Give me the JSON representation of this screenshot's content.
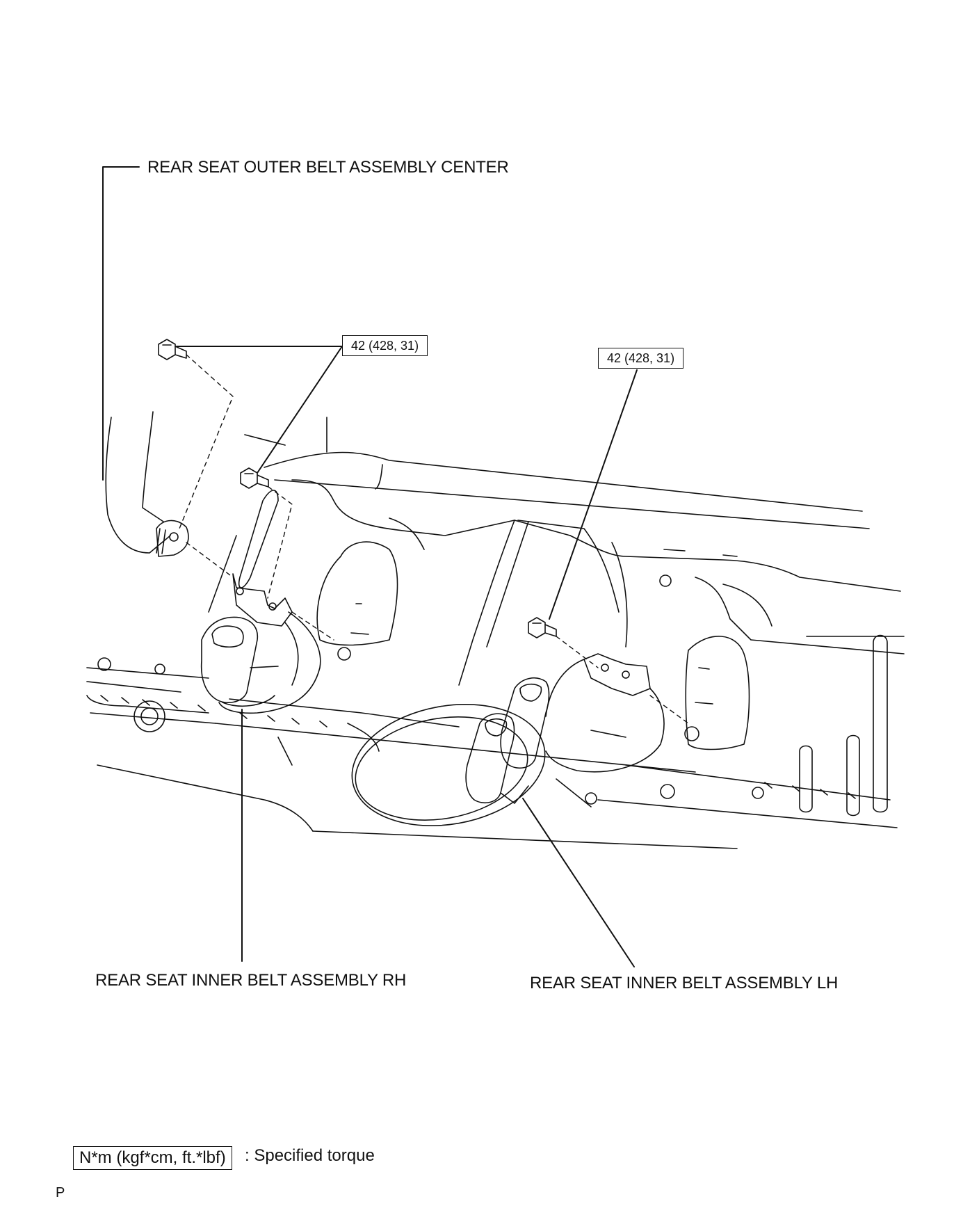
{
  "labels": {
    "outer_center": "REAR SEAT OUTER BELT ASSEMBLY CENTER",
    "inner_rh": "REAR SEAT INNER BELT ASSEMBLY RH",
    "inner_lh": "REAR SEAT INNER BELT ASSEMBLY LH"
  },
  "torque_callouts": [
    "42 (428, 31)",
    "42 (428, 31)"
  ],
  "legend": {
    "box": "N*m (kgf*cm, ft.*lbf)",
    "description": ": Specified torque"
  },
  "page_id": "P"
}
